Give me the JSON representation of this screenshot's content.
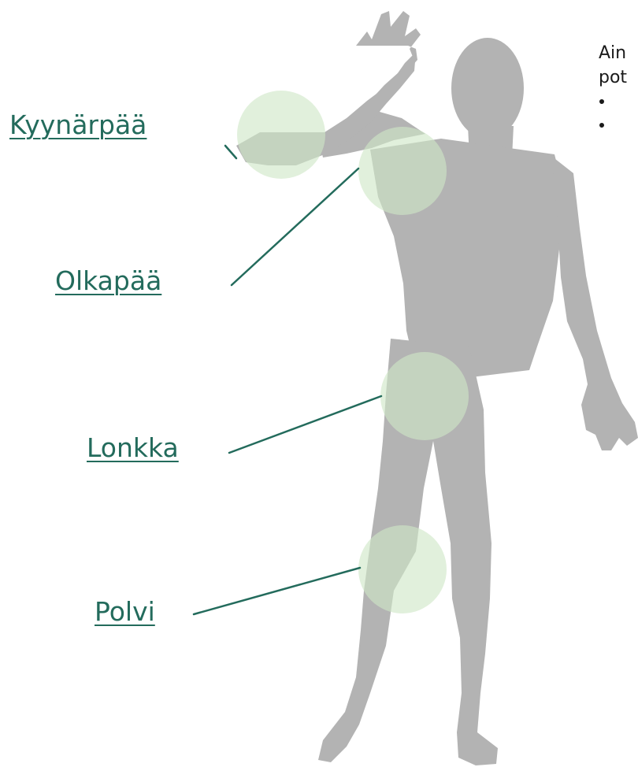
{
  "labels": {
    "elbow": "Kyynärpää",
    "shoulder": "Olkapää",
    "hip": "Lonkka",
    "knee": "Polvi"
  },
  "side_panel": {
    "line1": "Ain",
    "line2": "pot",
    "bullets": [
      "",
      ""
    ]
  },
  "colors": {
    "link": "#236b5c",
    "connector": "#236b5c",
    "silhouette": "#b3b3b3",
    "highlight": "#cfe6c6"
  },
  "icons": [
    "human-silhouette-icon"
  ]
}
